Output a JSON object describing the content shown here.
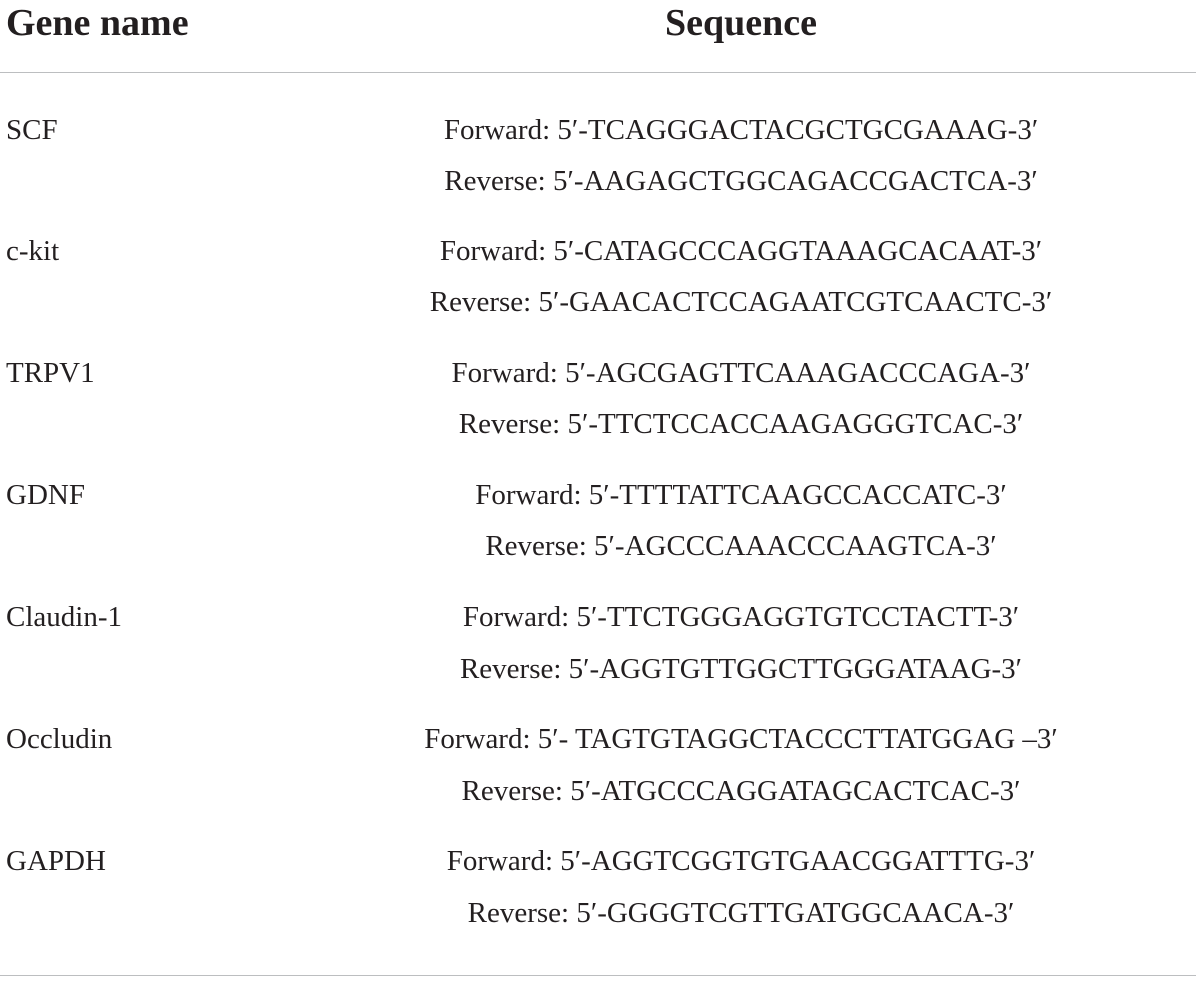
{
  "table": {
    "headers": {
      "gene_name": "Gene name",
      "sequence": "Sequence"
    },
    "rows": [
      {
        "gene": "SCF",
        "forward": "Forward: 5′-TCAGGGACTACGCTGCGAAAG-3′",
        "reverse": "Reverse: 5′-AAGAGCTGGCAGACCGACTCA-3′"
      },
      {
        "gene": "c-kit",
        "forward": "Forward: 5′-CATAGCCCAGGTAAAGCACAAT-3′",
        "reverse": "Reverse: 5′-GAACACTCCAGAATCGTCAACTC-3′"
      },
      {
        "gene": "TRPV1",
        "forward": "Forward: 5′-AGCGAGTTCAAAGACCCAGA-3′",
        "reverse": "Reverse: 5′-TTCTCCACCAAGAGGGTCAC-3′"
      },
      {
        "gene": "GDNF",
        "forward": "Forward: 5′-TTTTATTCAAGCCACCATC-3′",
        "reverse": "Reverse: 5′-AGCCCAAACCCAAGTCA-3′"
      },
      {
        "gene": "Claudin-1",
        "forward": "Forward: 5′-TTCTGGGAGGTGTCCTACTT-3′",
        "reverse": "Reverse: 5′-AGGTGTTGGCTTGGGATAAG-3′"
      },
      {
        "gene": "Occludin",
        "forward": "Forward: 5′- TAGTGTAGGCTACCCTTATGGAG –3′",
        "reverse": "Reverse: 5′-ATGCCCAGGATAGCACTCAC-3′"
      },
      {
        "gene": "GAPDH",
        "forward": "Forward: 5′-AGGTCGGTGTGAACGGATTTG-3′",
        "reverse": "Reverse: 5′-GGGGTCGTTGATGGCAACA-3′"
      }
    ]
  }
}
